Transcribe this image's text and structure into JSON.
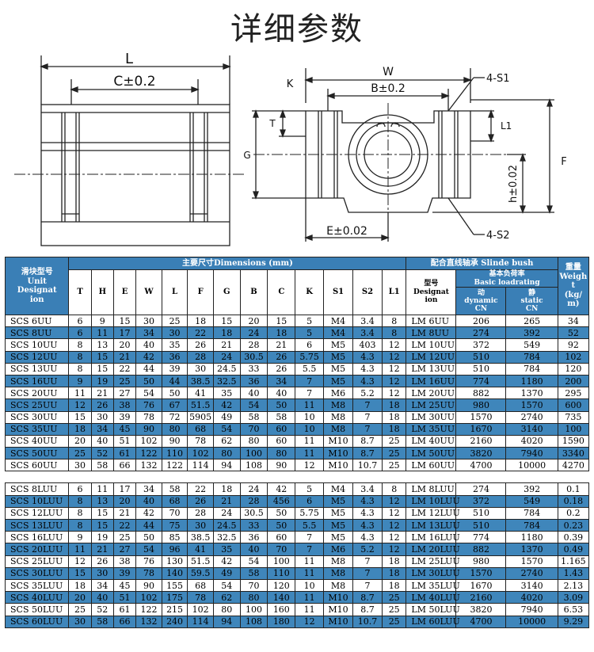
{
  "title": "详细参数",
  "diagram_labels": {
    "L": "L",
    "C": "C±0.2",
    "W": "W",
    "K": "K",
    "B": "B±0.2",
    "S1": "4-S1",
    "T": "T",
    "G": "G",
    "L1": "L1",
    "h": "h±0.02",
    "F": "F",
    "E": "E±0.02",
    "S2": "4-S2"
  },
  "table": {
    "h_model": "滑块型号\nUnit\nDesignat\nion",
    "h_main": "主要尺寸Dimensions (mm)",
    "h_bush": "配合直线轴承 Slinde bush",
    "h_weight": "重量\nWeigh\nt\n(kg/\nm)",
    "h_type": "型号\nDesignat\nion",
    "h_load": "基本负荷率\nBasic loadrating",
    "h_dyn": "动\ndynamic\nCN",
    "h_static": "静\nstatic\nCN",
    "dims": [
      "T",
      "H",
      "E",
      "W",
      "L",
      "F",
      "G",
      "B",
      "C",
      "K",
      "S1",
      "S2",
      "L1"
    ],
    "rows": [
      [
        "SCS 6UU",
        "6",
        "9",
        "15",
        "30",
        "25",
        "18",
        "15",
        "20",
        "15",
        "5",
        "M4",
        "3.4",
        "8",
        "LM 6UU",
        "206",
        "265",
        "34"
      ],
      [
        "SCS 8UU",
        "6",
        "11",
        "17",
        "34",
        "30",
        "22",
        "18",
        "24",
        "18",
        "5",
        "M4",
        "3.4",
        "8",
        "LM 8UU",
        "274",
        "392",
        "52"
      ],
      [
        "SCS 10UU",
        "8",
        "13",
        "20",
        "40",
        "35",
        "26",
        "21",
        "28",
        "21",
        "6",
        "M5",
        "403",
        "12",
        "LM 10UU",
        "372",
        "549",
        "92"
      ],
      [
        "SCS 12UU",
        "8",
        "15",
        "21",
        "42",
        "36",
        "28",
        "24",
        "30.5",
        "26",
        "5.75",
        "M5",
        "4.3",
        "12",
        "LM 12UU",
        "510",
        "784",
        "102"
      ],
      [
        "SCS 13UU",
        "8",
        "15",
        "22",
        "44",
        "39",
        "30",
        "24.5",
        "33",
        "26",
        "5.5",
        "M5",
        "4.3",
        "12",
        "LM 13UU",
        "510",
        "784",
        "120"
      ],
      [
        "SCS 16UU",
        "9",
        "19",
        "25",
        "50",
        "44",
        "38.5",
        "32.5",
        "36",
        "34",
        "7",
        "M5",
        "4.3",
        "12",
        "LM 16UU",
        "774",
        "1180",
        "200"
      ],
      [
        "SCS 20UU",
        "11",
        "21",
        "27",
        "54",
        "50",
        "41",
        "35",
        "40",
        "40",
        "7",
        "M6",
        "5.2",
        "12",
        "LM 20UU",
        "882",
        "1370",
        "295"
      ],
      [
        "SCS 25UU",
        "12",
        "26",
        "38",
        "76",
        "67",
        "51.5",
        "42",
        "54",
        "50",
        "11",
        "M8",
        "7",
        "18",
        "LM 25UU",
        "980",
        "1570",
        "600"
      ],
      [
        "SCS 30UU",
        "15",
        "30",
        "39",
        "78",
        "72",
        "5905",
        "49",
        "58",
        "58",
        "10",
        "M8",
        "7",
        "18",
        "LM 30UU",
        "1570",
        "2740",
        "735"
      ],
      [
        "SCS 35UU",
        "18",
        "34",
        "45",
        "90",
        "80",
        "68",
        "54",
        "70",
        "60",
        "10",
        "M8",
        "7",
        "18",
        "LM 35UU",
        "1670",
        "3140",
        "100"
      ],
      [
        "SCS 40UU",
        "20",
        "40",
        "51",
        "102",
        "90",
        "78",
        "62",
        "80",
        "60",
        "11",
        "M10",
        "8.7",
        "25",
        "LM 40UU",
        "2160",
        "4020",
        "1590"
      ],
      [
        "SCS 50UU",
        "25",
        "52",
        "61",
        "122",
        "110",
        "102",
        "80",
        "100",
        "80",
        "11",
        "M10",
        "8.7",
        "25",
        "LM 50UU",
        "3820",
        "7940",
        "3340"
      ],
      [
        "SCS 60UU",
        "30",
        "58",
        "66",
        "132",
        "122",
        "114",
        "94",
        "108",
        "90",
        "12",
        "M10",
        "10.7",
        "25",
        "LM 60UU",
        "4700",
        "10000",
        "4270"
      ]
    ],
    "rows2": [
      [
        "SCS 8LUU",
        "6",
        "11",
        "17",
        "34",
        "58",
        "22",
        "18",
        "24",
        "42",
        "5",
        "M4",
        "3.4",
        "8",
        "LM 8LUU",
        "274",
        "392",
        "0.1"
      ],
      [
        "SCS 10LUU",
        "8",
        "13",
        "20",
        "40",
        "68",
        "26",
        "21",
        "28",
        "456",
        "6",
        "M5",
        "4.3",
        "12",
        "LM 10LUU",
        "372",
        "549",
        "0.18"
      ],
      [
        "SCS 12LUU",
        "8",
        "15",
        "21",
        "42",
        "70",
        "28",
        "24",
        "30.5",
        "50",
        "5.75",
        "M5",
        "4.3",
        "12",
        "LM 12LUU",
        "510",
        "784",
        "0.2"
      ],
      [
        "SCS 13LUU",
        "8",
        "15",
        "22",
        "44",
        "75",
        "30",
        "24.5",
        "33",
        "50",
        "5.5",
        "M5",
        "4.3",
        "12",
        "LM 13LUU",
        "510",
        "784",
        "0.23"
      ],
      [
        "SCS 16LUU",
        "9",
        "19",
        "25",
        "50",
        "85",
        "38.5",
        "32.5",
        "36",
        "60",
        "7",
        "M5",
        "4.3",
        "12",
        "LM 16LUU",
        "774",
        "1180",
        "0.39"
      ],
      [
        "SCS 20LUU",
        "11",
        "21",
        "27",
        "54",
        "96",
        "41",
        "35",
        "40",
        "70",
        "7",
        "M6",
        "5.2",
        "12",
        "LM 20LUU",
        "882",
        "1370",
        "0.49"
      ],
      [
        "SCS 25LUU",
        "12",
        "26",
        "38",
        "76",
        "130",
        "51.5",
        "42",
        "54",
        "100",
        "11",
        "M8",
        "7",
        "18",
        "LM 25LUU",
        "980",
        "1570",
        "1.165"
      ],
      [
        "SCS 30LUU",
        "15",
        "30",
        "39",
        "78",
        "140",
        "59.5",
        "49",
        "58",
        "110",
        "11",
        "M8",
        "7",
        "18",
        "LM 30LUU",
        "1570",
        "2740",
        "1.43"
      ],
      [
        "SCS 35LUU",
        "18",
        "34",
        "45",
        "90",
        "155",
        "68",
        "54",
        "70",
        "120",
        "10",
        "M8",
        "7",
        "18",
        "LM 35LUU",
        "1670",
        "3140",
        "2.13"
      ],
      [
        "SCS 40LUU",
        "20",
        "40",
        "51",
        "102",
        "175",
        "78",
        "62",
        "80",
        "140",
        "11",
        "M10",
        "8.7",
        "25",
        "LM 40LUU",
        "2160",
        "4020",
        "3.09"
      ],
      [
        "SCS 50LUU",
        "25",
        "52",
        "61",
        "122",
        "215",
        "102",
        "80",
        "100",
        "160",
        "11",
        "M10",
        "8.7",
        "25",
        "LM 50LUU",
        "3820",
        "7940",
        "6.53"
      ],
      [
        "SCS 60LUU",
        "30",
        "58",
        "66",
        "132",
        "240",
        "114",
        "94",
        "108",
        "180",
        "12",
        "M10",
        "10.7",
        "25",
        "LM 60LUU",
        "4700",
        "10000",
        "9.29"
      ]
    ]
  }
}
